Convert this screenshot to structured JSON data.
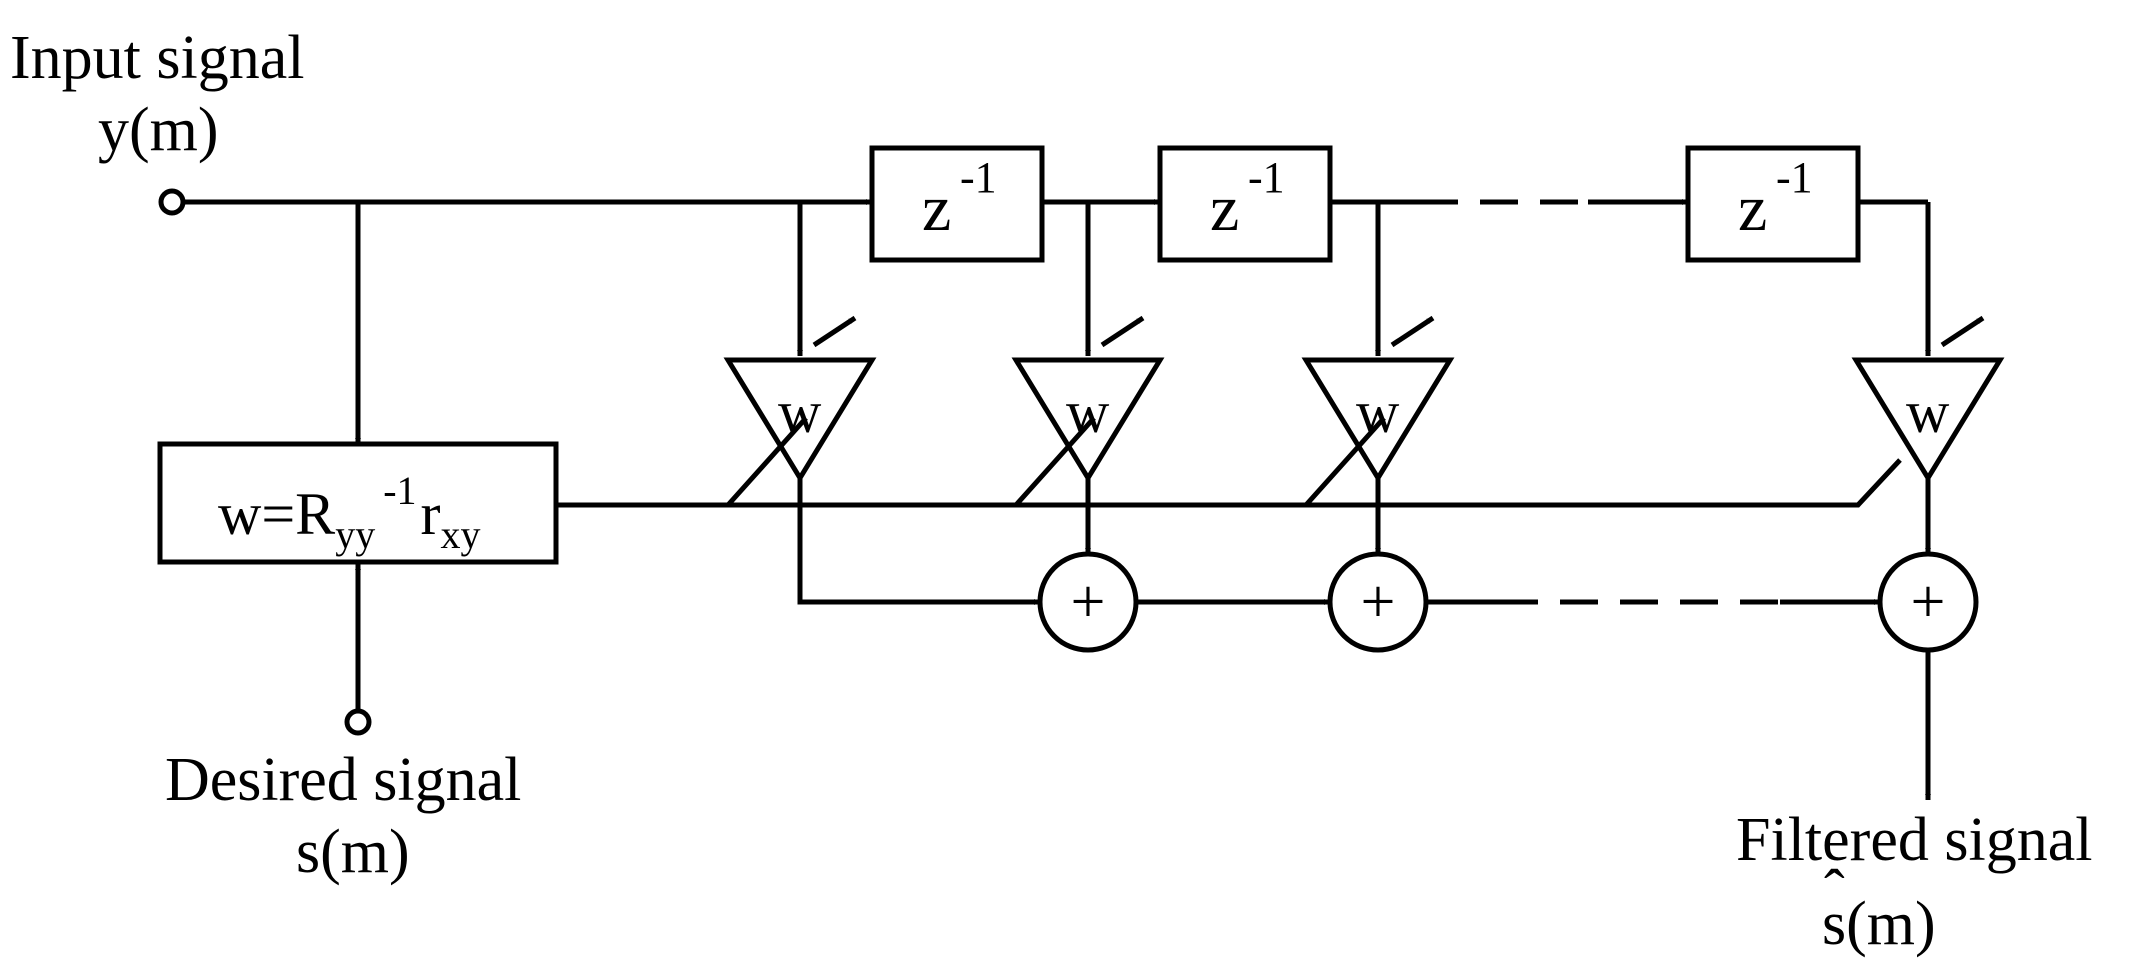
{
  "labels": {
    "input_title": "Input signal",
    "input_var": "y(m)",
    "desired_title": "Desired signal",
    "desired_var": "s(m)",
    "output_title": "Filtered signal",
    "output_var": "s(m)",
    "output_hat": "ˆ"
  },
  "delay": {
    "base": "z",
    "exp": "-1"
  },
  "weight_label": "w",
  "adder_symbol": "+",
  "wiener": {
    "lhs": "w=R",
    "sub1": "yy",
    "sup": "-1",
    "mid": "r",
    "sub2": "xy"
  }
}
